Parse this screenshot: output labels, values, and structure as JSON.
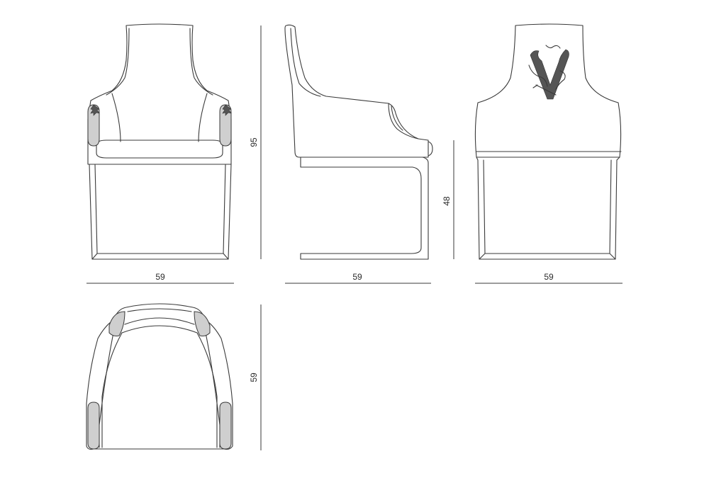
{
  "drawing": {
    "views": [
      {
        "id": "front",
        "width_label": "59",
        "height_label": "95"
      },
      {
        "id": "side",
        "width_label": "59"
      },
      {
        "id": "back",
        "width_label": "59",
        "seat_height_label": "48"
      },
      {
        "id": "top",
        "depth_label": "59"
      }
    ]
  }
}
